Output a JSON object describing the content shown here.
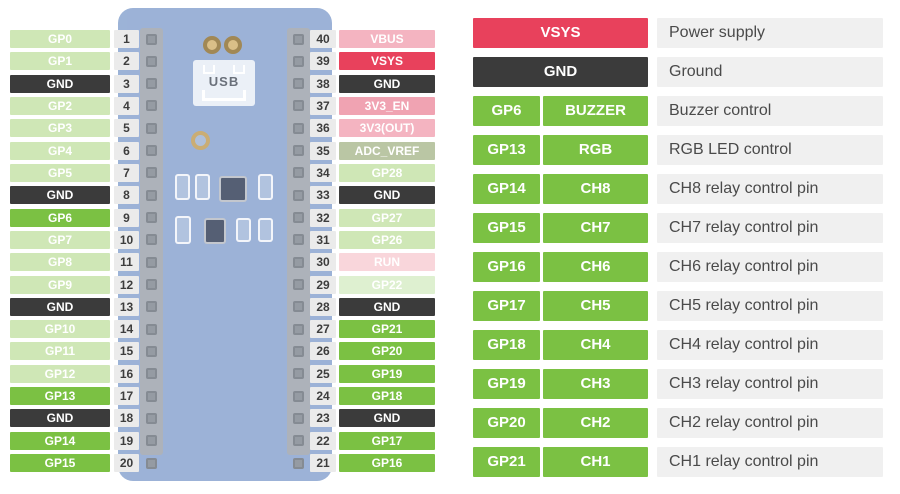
{
  "board": {
    "usb_label": "USB",
    "left_pins": [
      {
        "num": "1",
        "label": "GP0",
        "type": "dim"
      },
      {
        "num": "2",
        "label": "GP1",
        "type": "dim"
      },
      {
        "num": "3",
        "label": "GND",
        "type": "ground"
      },
      {
        "num": "4",
        "label": "GP2",
        "type": "dim"
      },
      {
        "num": "5",
        "label": "GP3",
        "type": "dim"
      },
      {
        "num": "6",
        "label": "GP4",
        "type": "dim"
      },
      {
        "num": "7",
        "label": "GP5",
        "type": "dim"
      },
      {
        "num": "8",
        "label": "GND",
        "type": "ground"
      },
      {
        "num": "9",
        "label": "GP6",
        "type": "active"
      },
      {
        "num": "10",
        "label": "GP7",
        "type": "dim"
      },
      {
        "num": "11",
        "label": "GP8",
        "type": "dim"
      },
      {
        "num": "12",
        "label": "GP9",
        "type": "dim"
      },
      {
        "num": "13",
        "label": "GND",
        "type": "ground"
      },
      {
        "num": "14",
        "label": "GP10",
        "type": "dim"
      },
      {
        "num": "15",
        "label": "GP11",
        "type": "dim"
      },
      {
        "num": "16",
        "label": "GP12",
        "type": "dim"
      },
      {
        "num": "17",
        "label": "GP13",
        "type": "active"
      },
      {
        "num": "18",
        "label": "GND",
        "type": "ground"
      },
      {
        "num": "19",
        "label": "GP14",
        "type": "active"
      },
      {
        "num": "20",
        "label": "GP15",
        "type": "active"
      }
    ],
    "right_pins": [
      {
        "num": "40",
        "label": "VBUS",
        "type": "pink"
      },
      {
        "num": "39",
        "label": "VSYS",
        "type": "power"
      },
      {
        "num": "38",
        "label": "GND",
        "type": "ground"
      },
      {
        "num": "37",
        "label": "3V3_EN",
        "type": "pink_mid"
      },
      {
        "num": "36",
        "label": "3V3(OUT)",
        "type": "pink"
      },
      {
        "num": "35",
        "label": "ADC_VREF",
        "type": "sage"
      },
      {
        "num": "34",
        "label": "GP28",
        "type": "dim"
      },
      {
        "num": "33",
        "label": "GND",
        "type": "ground"
      },
      {
        "num": "32",
        "label": "GP27",
        "type": "dim"
      },
      {
        "num": "31",
        "label": "GP26",
        "type": "dim"
      },
      {
        "num": "30",
        "label": "RUN",
        "type": "pink_light"
      },
      {
        "num": "29",
        "label": "GP22",
        "type": "dim_light"
      },
      {
        "num": "28",
        "label": "GND",
        "type": "ground"
      },
      {
        "num": "27",
        "label": "GP21",
        "type": "active"
      },
      {
        "num": "26",
        "label": "GP20",
        "type": "active"
      },
      {
        "num": "25",
        "label": "GP19",
        "type": "active"
      },
      {
        "num": "24",
        "label": "GP18",
        "type": "active"
      },
      {
        "num": "23",
        "label": "GND",
        "type": "ground"
      },
      {
        "num": "22",
        "label": "GP17",
        "type": "active"
      },
      {
        "num": "21",
        "label": "GP16",
        "type": "active"
      }
    ]
  },
  "legend": [
    {
      "cells": [
        "VSYS"
      ],
      "type": "power",
      "desc": "Power supply"
    },
    {
      "cells": [
        "GND"
      ],
      "type": "ground",
      "desc": "Ground"
    },
    {
      "cells": [
        "GP6",
        "BUZZER"
      ],
      "type": "active",
      "desc": "Buzzer control"
    },
    {
      "cells": [
        "GP13",
        "RGB"
      ],
      "type": "active",
      "desc": "RGB LED control"
    },
    {
      "cells": [
        "GP14",
        "CH8"
      ],
      "type": "active",
      "desc": "CH8 relay control pin"
    },
    {
      "cells": [
        "GP15",
        "CH7"
      ],
      "type": "active",
      "desc": "CH7 relay control pin"
    },
    {
      "cells": [
        "GP16",
        "CH6"
      ],
      "type": "active",
      "desc": "CH6 relay control pin"
    },
    {
      "cells": [
        "GP17",
        "CH5"
      ],
      "type": "active",
      "desc": "CH5 relay control pin"
    },
    {
      "cells": [
        "GP18",
        "CH4"
      ],
      "type": "active",
      "desc": "CH4 relay control pin"
    },
    {
      "cells": [
        "GP19",
        "CH3"
      ],
      "type": "active",
      "desc": "CH3 relay control pin"
    },
    {
      "cells": [
        "GP20",
        "CH2"
      ],
      "type": "active",
      "desc": "CH2 relay control pin"
    },
    {
      "cells": [
        "GP21",
        "CH1"
      ],
      "type": "active",
      "desc": "CH1 relay control pin"
    }
  ],
  "colors": {
    "active": "#7bc143",
    "dim": "#cfe7b6",
    "dim_light": "#def0d0",
    "ground": "#3b3b3b",
    "power": "#e8415c",
    "pink": "#f4b4c1",
    "pink_mid": "#f0a3b2",
    "pink_light": "#f9d6db",
    "sage": "#bac6a4",
    "board_blue": "#95add4",
    "strip_gray": "#a9aeb4",
    "number_bg": "#ebebeb",
    "number_text": "#3d3d3d",
    "desc_bg": "#f0f0f0",
    "desc_text": "#4a4a4a"
  }
}
